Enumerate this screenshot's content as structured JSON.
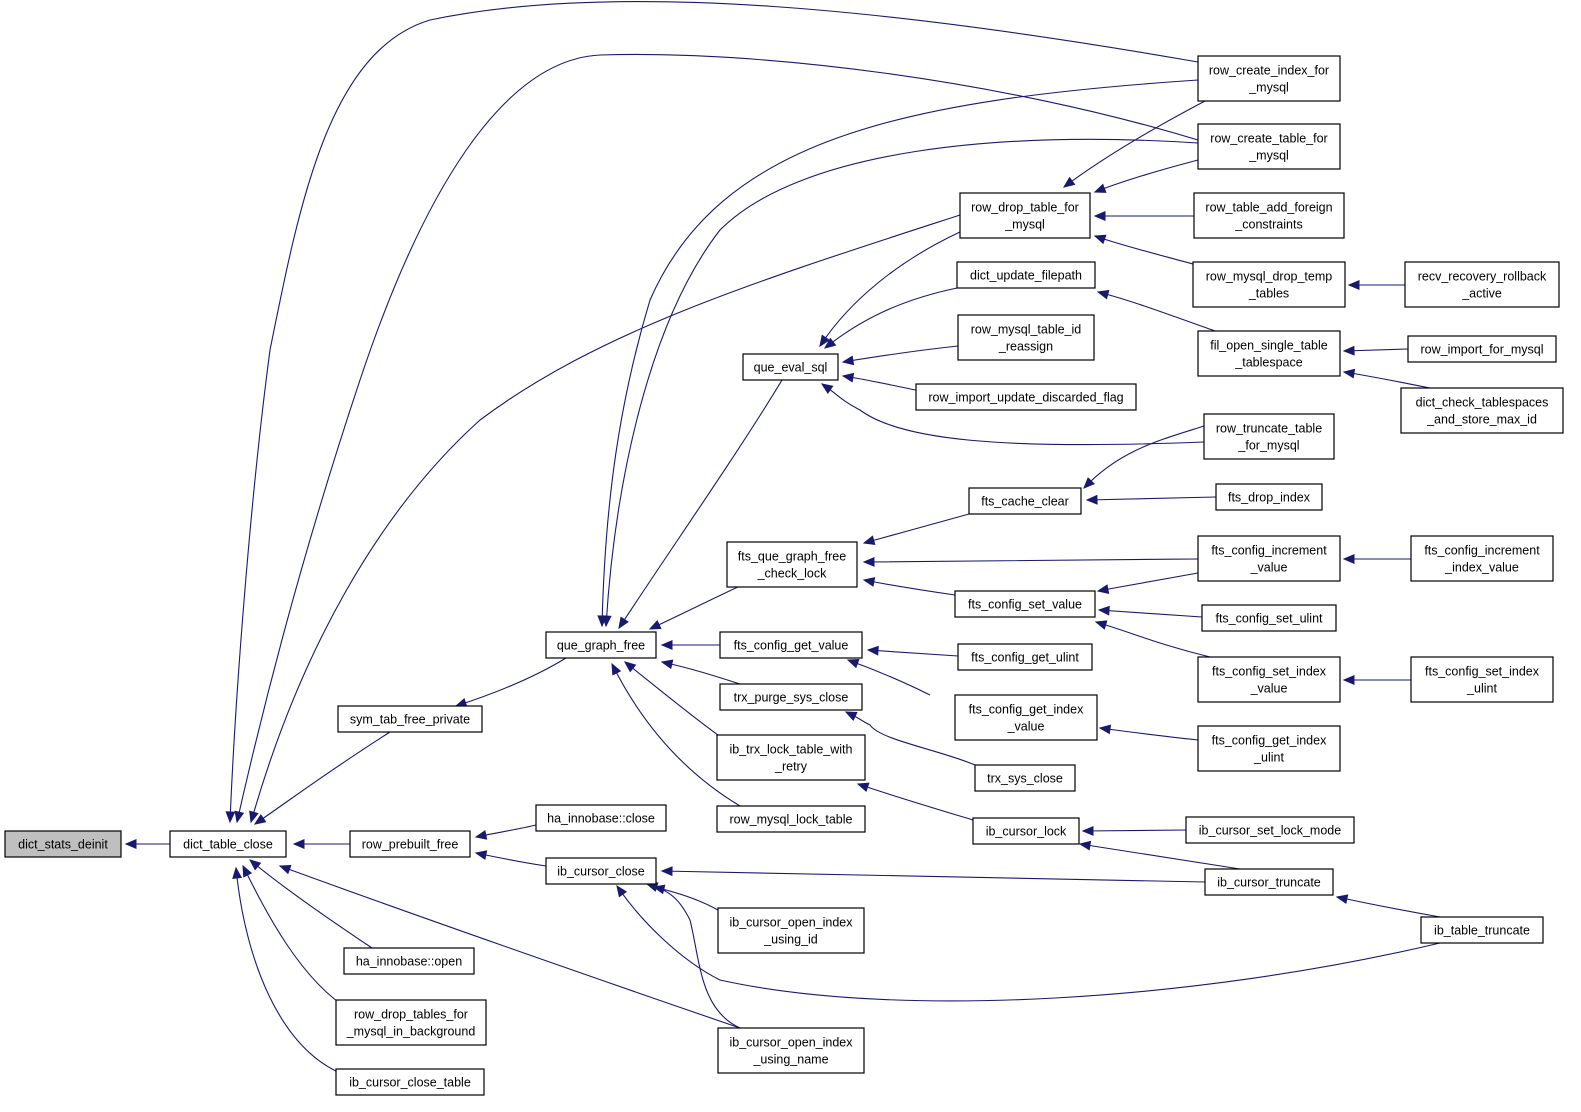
{
  "nodes": [
    {
      "id": "dict_stats_deinit",
      "lines": [
        "dict_stats_deinit"
      ]
    },
    {
      "id": "dict_table_close",
      "lines": [
        "dict_table_close"
      ]
    },
    {
      "id": "sym_tab_free_private",
      "lines": [
        "sym_tab_free_private"
      ]
    },
    {
      "id": "row_prebuilt_free",
      "lines": [
        "row_prebuilt_free"
      ]
    },
    {
      "id": "ha_innobase_open",
      "lines": [
        "ha_innobase::open"
      ]
    },
    {
      "id": "row_drop_tables_for_mysql_in_background",
      "lines": [
        "row_drop_tables_for",
        "_mysql_in_background"
      ]
    },
    {
      "id": "ib_cursor_close_table",
      "lines": [
        "ib_cursor_close_table"
      ]
    },
    {
      "id": "que_graph_free",
      "lines": [
        "que_graph_free"
      ]
    },
    {
      "id": "ha_innobase_close",
      "lines": [
        "ha_innobase::close"
      ]
    },
    {
      "id": "ib_cursor_close",
      "lines": [
        "ib_cursor_close"
      ]
    },
    {
      "id": "que_eval_sql",
      "lines": [
        "que_eval_sql"
      ]
    },
    {
      "id": "fts_que_graph_free_check_lock",
      "lines": [
        "fts_que_graph_free",
        "_check_lock"
      ]
    },
    {
      "id": "fts_config_get_value",
      "lines": [
        "fts_config_get_value"
      ]
    },
    {
      "id": "trx_purge_sys_close",
      "lines": [
        "trx_purge_sys_close"
      ]
    },
    {
      "id": "ib_trx_lock_table_with_retry",
      "lines": [
        "ib_trx_lock_table_with",
        "_retry"
      ]
    },
    {
      "id": "row_mysql_lock_table",
      "lines": [
        "row_mysql_lock_table"
      ]
    },
    {
      "id": "ib_cursor_open_index_using_id",
      "lines": [
        "ib_cursor_open_index",
        "_using_id"
      ]
    },
    {
      "id": "ib_cursor_open_index_using_name",
      "lines": [
        "ib_cursor_open_index",
        "_using_name"
      ]
    },
    {
      "id": "row_drop_table_for_mysql",
      "lines": [
        "row_drop_table_for",
        "_mysql"
      ]
    },
    {
      "id": "dict_update_filepath",
      "lines": [
        "dict_update_filepath"
      ]
    },
    {
      "id": "row_mysql_table_id_reassign",
      "lines": [
        "row_mysql_table_id",
        "_reassign"
      ]
    },
    {
      "id": "row_import_update_discarded_flag",
      "lines": [
        "row_import_update_discarded_flag"
      ]
    },
    {
      "id": "fts_cache_clear",
      "lines": [
        "fts_cache_clear"
      ]
    },
    {
      "id": "fts_config_set_value",
      "lines": [
        "fts_config_set_value"
      ]
    },
    {
      "id": "fts_config_get_ulint",
      "lines": [
        "fts_config_get_ulint"
      ]
    },
    {
      "id": "fts_config_get_index_value",
      "lines": [
        "fts_config_get_index",
        "_value"
      ]
    },
    {
      "id": "trx_sys_close",
      "lines": [
        "trx_sys_close"
      ]
    },
    {
      "id": "ib_cursor_lock",
      "lines": [
        "ib_cursor_lock"
      ]
    },
    {
      "id": "row_create_index_for_mysql",
      "lines": [
        "row_create_index_for",
        "_mysql"
      ]
    },
    {
      "id": "row_create_table_for_mysql",
      "lines": [
        "row_create_table_for",
        "_mysql"
      ]
    },
    {
      "id": "row_table_add_foreign_constraints",
      "lines": [
        "row_table_add_foreign",
        "_constraints"
      ]
    },
    {
      "id": "row_mysql_drop_temp_tables",
      "lines": [
        "row_mysql_drop_temp",
        "_tables"
      ]
    },
    {
      "id": "fil_open_single_table_tablespace",
      "lines": [
        "fil_open_single_table",
        "_tablespace"
      ]
    },
    {
      "id": "row_truncate_table_for_mysql",
      "lines": [
        "row_truncate_table",
        "_for_mysql"
      ]
    },
    {
      "id": "fts_drop_index",
      "lines": [
        "fts_drop_index"
      ]
    },
    {
      "id": "fts_config_increment_value",
      "lines": [
        "fts_config_increment",
        "_value"
      ]
    },
    {
      "id": "fts_config_set_ulint",
      "lines": [
        "fts_config_set_ulint"
      ]
    },
    {
      "id": "fts_config_set_index_value",
      "lines": [
        "fts_config_set_index",
        "_value"
      ]
    },
    {
      "id": "fts_config_get_index_ulint",
      "lines": [
        "fts_config_get_index",
        "_ulint"
      ]
    },
    {
      "id": "ib_cursor_set_lock_mode",
      "lines": [
        "ib_cursor_set_lock_mode"
      ]
    },
    {
      "id": "ib_cursor_truncate",
      "lines": [
        "ib_cursor_truncate"
      ]
    },
    {
      "id": "recv_recovery_rollback_active",
      "lines": [
        "recv_recovery_rollback",
        "_active"
      ]
    },
    {
      "id": "row_import_for_mysql",
      "lines": [
        "row_import_for_mysql"
      ]
    },
    {
      "id": "dict_check_tablespaces_and_store_max_id",
      "lines": [
        "dict_check_tablespaces",
        "_and_store_max_id"
      ]
    },
    {
      "id": "fts_config_increment_index_value",
      "lines": [
        "fts_config_increment",
        "_index_value"
      ]
    },
    {
      "id": "fts_config_set_index_ulint",
      "lines": [
        "fts_config_set_index",
        "_ulint"
      ]
    },
    {
      "id": "ib_table_truncate",
      "lines": [
        "ib_table_truncate"
      ]
    }
  ],
  "edges": [
    {
      "from": "dict_table_close",
      "to": "dict_stats_deinit"
    },
    {
      "from": "sym_tab_free_private",
      "to": "dict_table_close"
    },
    {
      "from": "row_prebuilt_free",
      "to": "dict_table_close"
    },
    {
      "from": "ha_innobase_open",
      "to": "dict_table_close"
    },
    {
      "from": "row_drop_tables_for_mysql_in_background",
      "to": "dict_table_close"
    },
    {
      "from": "ib_cursor_close_table",
      "to": "dict_table_close"
    },
    {
      "from": "ib_cursor_open_index_using_name",
      "to": "dict_table_close"
    },
    {
      "from": "row_create_index_for_mysql",
      "to": "dict_table_close"
    },
    {
      "from": "row_create_table_for_mysql",
      "to": "dict_table_close"
    },
    {
      "from": "row_drop_table_for_mysql",
      "to": "dict_table_close"
    },
    {
      "from": "que_graph_free",
      "to": "sym_tab_free_private"
    },
    {
      "from": "ha_innobase_close",
      "to": "row_prebuilt_free"
    },
    {
      "from": "ib_cursor_close",
      "to": "row_prebuilt_free"
    },
    {
      "from": "que_eval_sql",
      "to": "que_graph_free"
    },
    {
      "from": "fts_que_graph_free_check_lock",
      "to": "que_graph_free"
    },
    {
      "from": "fts_config_get_value",
      "to": "que_graph_free"
    },
    {
      "from": "trx_purge_sys_close",
      "to": "que_graph_free"
    },
    {
      "from": "ib_trx_lock_table_with_retry",
      "to": "que_graph_free"
    },
    {
      "from": "row_mysql_lock_table",
      "to": "que_graph_free"
    },
    {
      "from": "row_create_index_for_mysql",
      "to": "que_graph_free"
    },
    {
      "from": "row_create_table_for_mysql",
      "to": "que_graph_free"
    },
    {
      "from": "ib_cursor_open_index_using_id",
      "to": "ib_cursor_close"
    },
    {
      "from": "ib_cursor_open_index_using_name",
      "to": "ib_cursor_close"
    },
    {
      "from": "ib_cursor_truncate",
      "to": "ib_cursor_close"
    },
    {
      "from": "ib_table_truncate",
      "to": "ib_cursor_close"
    },
    {
      "from": "row_drop_table_for_mysql",
      "to": "que_eval_sql"
    },
    {
      "from": "dict_update_filepath",
      "to": "que_eval_sql"
    },
    {
      "from": "row_mysql_table_id_reassign",
      "to": "que_eval_sql"
    },
    {
      "from": "row_import_update_discarded_flag",
      "to": "que_eval_sql"
    },
    {
      "from": "row_truncate_table_for_mysql",
      "to": "que_eval_sql"
    },
    {
      "from": "fts_cache_clear",
      "to": "fts_que_graph_free_check_lock"
    },
    {
      "from": "fts_config_increment_value",
      "to": "fts_que_graph_free_check_lock"
    },
    {
      "from": "fts_config_set_value",
      "to": "fts_que_graph_free_check_lock"
    },
    {
      "from": "fts_config_get_ulint",
      "to": "fts_config_get_value"
    },
    {
      "from": "fts_config_get_index_value",
      "to": "fts_config_get_value"
    },
    {
      "from": "trx_sys_close",
      "to": "trx_purge_sys_close"
    },
    {
      "from": "ib_cursor_lock",
      "to": "ib_trx_lock_table_with_retry"
    },
    {
      "from": "row_create_index_for_mysql",
      "to": "row_drop_table_for_mysql"
    },
    {
      "from": "row_create_table_for_mysql",
      "to": "row_drop_table_for_mysql"
    },
    {
      "from": "row_table_add_foreign_constraints",
      "to": "row_drop_table_for_mysql"
    },
    {
      "from": "row_mysql_drop_temp_tables",
      "to": "row_drop_table_for_mysql"
    },
    {
      "from": "fil_open_single_table_tablespace",
      "to": "dict_update_filepath"
    },
    {
      "from": "row_truncate_table_for_mysql",
      "to": "fts_cache_clear"
    },
    {
      "from": "fts_drop_index",
      "to": "fts_cache_clear"
    },
    {
      "from": "fts_config_increment_value",
      "to": "fts_config_set_value"
    },
    {
      "from": "fts_config_set_ulint",
      "to": "fts_config_set_value"
    },
    {
      "from": "fts_config_set_index_value",
      "to": "fts_config_set_value"
    },
    {
      "from": "fts_config_get_index_ulint",
      "to": "fts_config_get_index_value"
    },
    {
      "from": "ib_cursor_set_lock_mode",
      "to": "ib_cursor_lock"
    },
    {
      "from": "ib_cursor_truncate",
      "to": "ib_cursor_lock"
    },
    {
      "from": "recv_recovery_rollback_active",
      "to": "row_mysql_drop_temp_tables"
    },
    {
      "from": "row_import_for_mysql",
      "to": "fil_open_single_table_tablespace"
    },
    {
      "from": "dict_check_tablespaces_and_store_max_id",
      "to": "fil_open_single_table_tablespace"
    },
    {
      "from": "fts_config_increment_index_value",
      "to": "fts_config_increment_value"
    },
    {
      "from": "fts_config_set_index_ulint",
      "to": "fts_config_set_index_value"
    },
    {
      "from": "ib_table_truncate",
      "to": "ib_cursor_truncate"
    }
  ],
  "colors": {
    "edge": "#191970",
    "root_fill": "#bfbfbf",
    "node_fill": "#ffffff",
    "node_border": "#000000"
  }
}
